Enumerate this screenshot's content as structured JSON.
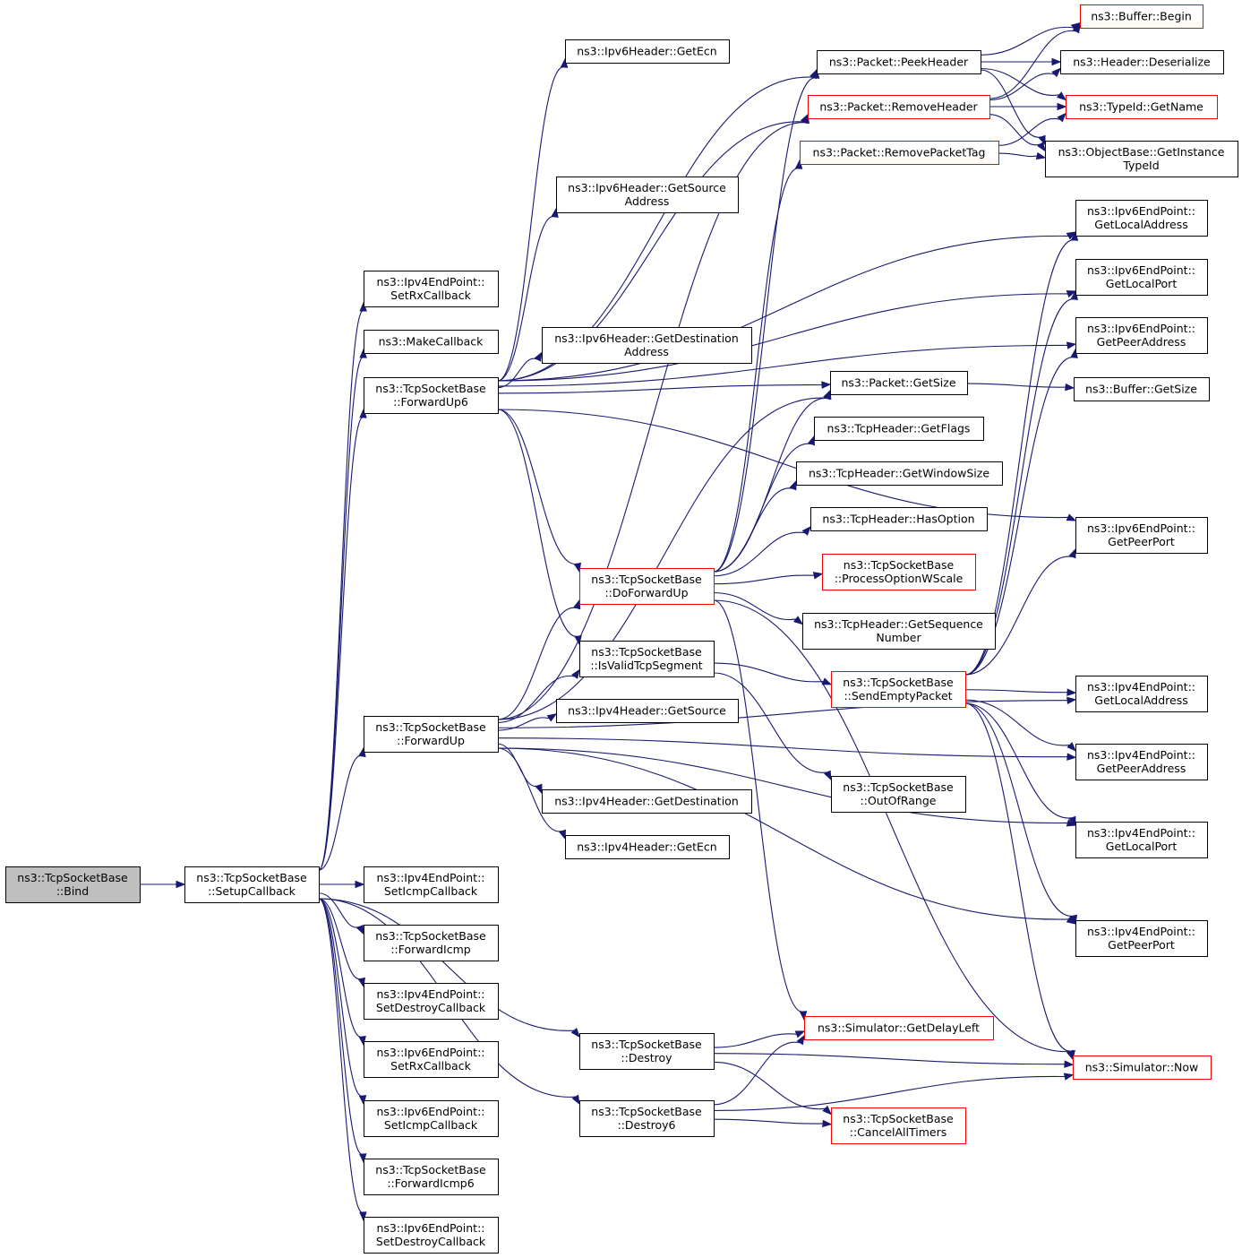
{
  "nodes": {
    "bind": [
      "ns3::TcpSocketBase",
      "::Bind"
    ],
    "setup": [
      "ns3::TcpSocketBase",
      "::SetupCallback"
    ],
    "v4SetRx": [
      "ns3::Ipv4EndPoint::",
      "SetRxCallback"
    ],
    "makecb": [
      "ns3::MakeCallback"
    ],
    "fwdup6": [
      "ns3::TcpSocketBase",
      "::ForwardUp6"
    ],
    "fwdup": [
      "ns3::TcpSocketBase",
      "::ForwardUp"
    ],
    "v4SetIcmp": [
      "ns3::Ipv4EndPoint::",
      "SetIcmpCallback"
    ],
    "fwdIcmp": [
      "ns3::TcpSocketBase",
      "::ForwardIcmp"
    ],
    "v4SetDestroy": [
      "ns3::Ipv4EndPoint::",
      "SetDestroyCallback"
    ],
    "v6SetRx": [
      "ns3::Ipv6EndPoint::",
      "SetRxCallback"
    ],
    "v6SetIcmp": [
      "ns3::Ipv6EndPoint::",
      "SetIcmpCallback"
    ],
    "fwdIcmp6": [
      "ns3::TcpSocketBase",
      "::ForwardIcmp6"
    ],
    "v6SetDestroy": [
      "ns3::Ipv6EndPoint::",
      "SetDestroyCallback"
    ],
    "v6GetEcn": [
      "ns3::Ipv6Header::GetEcn"
    ],
    "v6GetSrc": [
      "ns3::Ipv6Header::GetSource",
      "Address"
    ],
    "v6GetDst": [
      "ns3::Ipv6Header::GetDestination",
      "Address"
    ],
    "doFwdUp": [
      "ns3::TcpSocketBase",
      "::DoForwardUp"
    ],
    "isValid": [
      "ns3::TcpSocketBase",
      "::IsValidTcpSegment"
    ],
    "v4GetSrc": [
      "ns3::Ipv4Header::GetSource"
    ],
    "v4GetDst": [
      "ns3::Ipv4Header::GetDestination"
    ],
    "v4GetEcn": [
      "ns3::Ipv4Header::GetEcn"
    ],
    "destroy": [
      "ns3::TcpSocketBase",
      "::Destroy"
    ],
    "destroy6": [
      "ns3::TcpSocketBase",
      "::Destroy6"
    ],
    "peekHdr": [
      "ns3::Packet::PeekHeader"
    ],
    "rmHdr": [
      "ns3::Packet::RemoveHeader"
    ],
    "rmTag": [
      "ns3::Packet::RemovePacketTag"
    ],
    "pktSize": [
      "ns3::Packet::GetSize"
    ],
    "getFlags": [
      "ns3::TcpHeader::GetFlags"
    ],
    "getWin": [
      "ns3::TcpHeader::GetWindowSize"
    ],
    "hasOpt": [
      "ns3::TcpHeader::HasOption"
    ],
    "procWS": [
      "ns3::TcpSocketBase",
      "::ProcessOptionWScale"
    ],
    "getSeq": [
      "ns3::TcpHeader::GetSequence",
      "Number"
    ],
    "sendEmpty": [
      "ns3::TcpSocketBase",
      "::SendEmptyPacket"
    ],
    "outOfRange": [
      "ns3::TcpSocketBase",
      "::OutOfRange"
    ],
    "delayLeft": [
      "ns3::Simulator::GetDelayLeft"
    ],
    "cancelAll": [
      "ns3::TcpSocketBase",
      "::CancelAllTimers"
    ],
    "bufBegin": [
      "ns3::Buffer::Begin"
    ],
    "hdrDeser": [
      "ns3::Header::Deserialize"
    ],
    "typeName": [
      "ns3::TypeId::GetName"
    ],
    "objInst": [
      "ns3::ObjectBase::GetInstance",
      "TypeId"
    ],
    "v6LocAddr": [
      "ns3::Ipv6EndPoint::",
      "GetLocalAddress"
    ],
    "v6LocPort": [
      "ns3::Ipv6EndPoint::",
      "GetLocalPort"
    ],
    "v6PeerAddr": [
      "ns3::Ipv6EndPoint::",
      "GetPeerAddress"
    ],
    "bufSize": [
      "ns3::Buffer::GetSize"
    ],
    "v6PeerPort": [
      "ns3::Ipv6EndPoint::",
      "GetPeerPort"
    ],
    "v4LocAddr": [
      "ns3::Ipv4EndPoint::",
      "GetLocalAddress"
    ],
    "v4PeerAddr": [
      "ns3::Ipv4EndPoint::",
      "GetPeerAddress"
    ],
    "v4LocPort": [
      "ns3::Ipv4EndPoint::",
      "GetLocalPort"
    ],
    "v4PeerPort": [
      "ns3::Ipv4EndPoint::",
      "GetPeerPort"
    ],
    "simNow": [
      "ns3::Simulator::Now"
    ]
  },
  "root_node": "bind",
  "truncated_nodes": [
    "doFwdUp",
    "rmHdr",
    "rmTag",
    "procWS",
    "sendEmpty",
    "delayLeft",
    "cancelAll",
    "bufBegin",
    "typeName",
    "simNow"
  ],
  "edges": [
    [
      "bind",
      "setup"
    ],
    [
      "setup",
      "v4SetRx"
    ],
    [
      "setup",
      "makecb"
    ],
    [
      "setup",
      "fwdup6"
    ],
    [
      "setup",
      "fwdup"
    ],
    [
      "setup",
      "v4SetIcmp"
    ],
    [
      "setup",
      "fwdIcmp"
    ],
    [
      "setup",
      "v4SetDestroy"
    ],
    [
      "setup",
      "v6SetRx"
    ],
    [
      "setup",
      "v6SetIcmp"
    ],
    [
      "setup",
      "fwdIcmp6"
    ],
    [
      "setup",
      "v6SetDestroy"
    ],
    [
      "setup",
      "destroy"
    ],
    [
      "setup",
      "destroy6"
    ],
    [
      "fwdup6",
      "v6GetEcn"
    ],
    [
      "fwdup6",
      "v6GetSrc"
    ],
    [
      "fwdup6",
      "v6GetDst"
    ],
    [
      "fwdup6",
      "peekHdr"
    ],
    [
      "fwdup6",
      "rmHdr"
    ],
    [
      "fwdup6",
      "pktSize"
    ],
    [
      "fwdup6",
      "doFwdUp"
    ],
    [
      "fwdup6",
      "isValid"
    ],
    [
      "fwdup6",
      "v6LocAddr"
    ],
    [
      "fwdup6",
      "v6LocPort"
    ],
    [
      "fwdup6",
      "v6PeerAddr"
    ],
    [
      "fwdup6",
      "v6PeerPort"
    ],
    [
      "fwdup",
      "v4GetSrc"
    ],
    [
      "fwdup",
      "v4GetDst"
    ],
    [
      "fwdup",
      "v4GetEcn"
    ],
    [
      "fwdup",
      "doFwdUp"
    ],
    [
      "fwdup",
      "isValid"
    ],
    [
      "fwdup",
      "pktSize"
    ],
    [
      "fwdup",
      "rmHdr"
    ],
    [
      "fwdup",
      "v4LocAddr"
    ],
    [
      "fwdup",
      "v4PeerAddr"
    ],
    [
      "fwdup",
      "v4LocPort"
    ],
    [
      "fwdup",
      "v4PeerPort"
    ],
    [
      "doFwdUp",
      "pktSize"
    ],
    [
      "doFwdUp",
      "getFlags"
    ],
    [
      "doFwdUp",
      "getWin"
    ],
    [
      "doFwdUp",
      "hasOpt"
    ],
    [
      "doFwdUp",
      "procWS"
    ],
    [
      "doFwdUp",
      "getSeq"
    ],
    [
      "doFwdUp",
      "peekHdr"
    ],
    [
      "doFwdUp",
      "rmTag"
    ],
    [
      "doFwdUp",
      "delayLeft"
    ],
    [
      "doFwdUp",
      "simNow"
    ],
    [
      "isValid",
      "sendEmpty"
    ],
    [
      "isValid",
      "outOfRange"
    ],
    [
      "sendEmpty",
      "v6LocAddr"
    ],
    [
      "sendEmpty",
      "v6LocPort"
    ],
    [
      "sendEmpty",
      "v6PeerAddr"
    ],
    [
      "sendEmpty",
      "v6PeerPort"
    ],
    [
      "sendEmpty",
      "v4LocAddr"
    ],
    [
      "sendEmpty",
      "v4PeerAddr"
    ],
    [
      "sendEmpty",
      "v4LocPort"
    ],
    [
      "sendEmpty",
      "v4PeerPort"
    ],
    [
      "sendEmpty",
      "simNow"
    ],
    [
      "peekHdr",
      "bufBegin"
    ],
    [
      "peekHdr",
      "hdrDeser"
    ],
    [
      "peekHdr",
      "typeName"
    ],
    [
      "peekHdr",
      "objInst"
    ],
    [
      "rmHdr",
      "bufBegin"
    ],
    [
      "rmHdr",
      "hdrDeser"
    ],
    [
      "rmHdr",
      "typeName"
    ],
    [
      "rmHdr",
      "objInst"
    ],
    [
      "rmTag",
      "typeName"
    ],
    [
      "rmTag",
      "objInst"
    ],
    [
      "pktSize",
      "bufSize"
    ],
    [
      "destroy",
      "delayLeft"
    ],
    [
      "destroy",
      "simNow"
    ],
    [
      "destroy",
      "cancelAll"
    ],
    [
      "destroy6",
      "delayLeft"
    ],
    [
      "destroy6",
      "cancelAll"
    ],
    [
      "destroy6",
      "simNow"
    ]
  ]
}
